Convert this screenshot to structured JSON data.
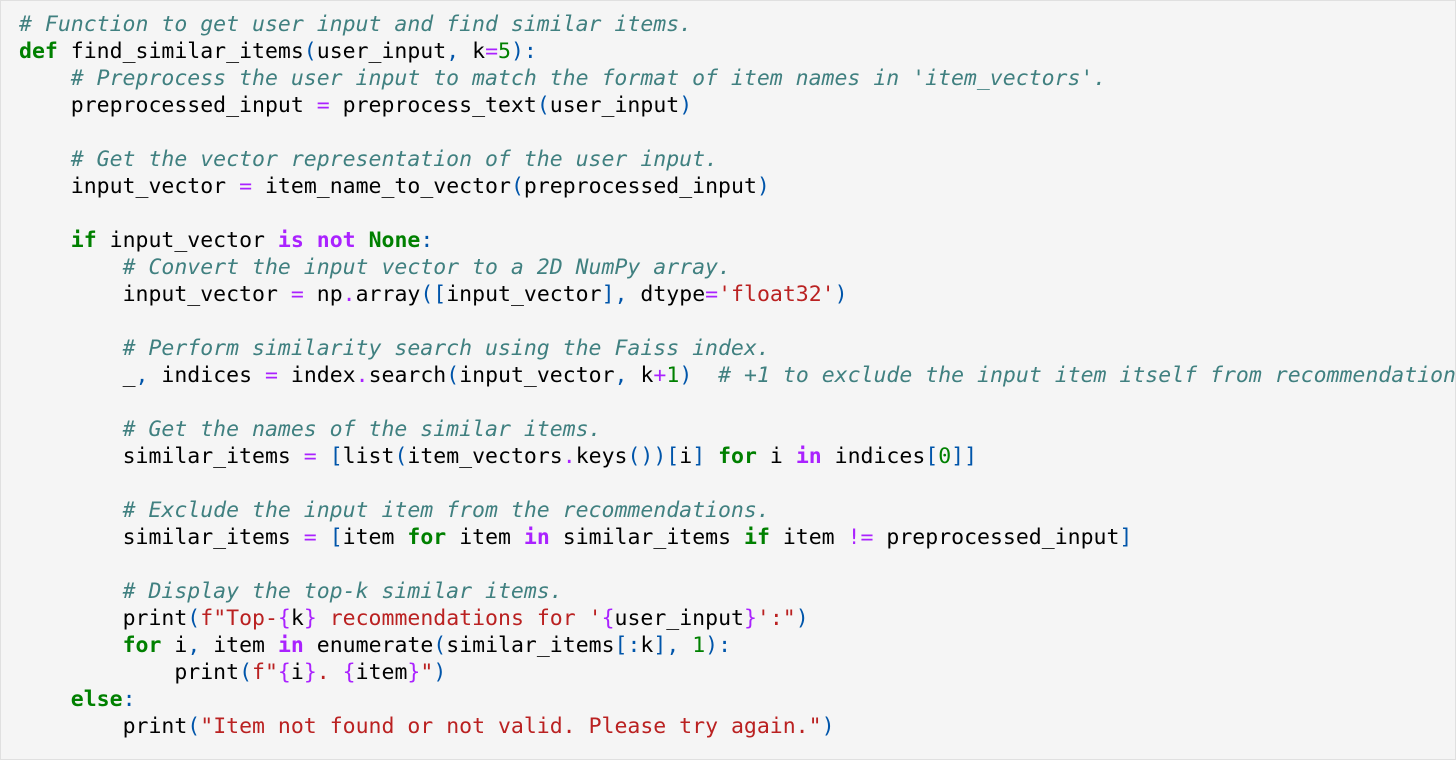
{
  "code_cell": {
    "language": "python",
    "colors": {
      "background": "#f5f5f5",
      "comment": "#408080",
      "keyword": "#008000",
      "operator_word": "#aa22ff",
      "operator": "#aa22ff",
      "number": "#008000",
      "string": "#ba2121",
      "bracket": "#0055aa",
      "name": "#000000"
    },
    "lines": [
      [
        [
          "comment",
          "# Function to get user input and find similar items."
        ]
      ],
      [
        [
          "keyword",
          "def"
        ],
        [
          "ws",
          " "
        ],
        [
          "name",
          "find_similar_items"
        ],
        [
          "paren",
          "("
        ],
        [
          "name",
          "user_input"
        ],
        [
          "paren",
          ","
        ],
        [
          "ws",
          " "
        ],
        [
          "name",
          "k"
        ],
        [
          "op",
          "="
        ],
        [
          "number",
          "5"
        ],
        [
          "paren",
          "):"
        ]
      ],
      [
        [
          "ws",
          "    "
        ],
        [
          "comment",
          "# Preprocess the user input to match the format of item names in 'item_vectors'."
        ]
      ],
      [
        [
          "ws",
          "    "
        ],
        [
          "name",
          "preprocessed_input"
        ],
        [
          "ws",
          " "
        ],
        [
          "op",
          "="
        ],
        [
          "ws",
          " "
        ],
        [
          "name",
          "preprocess_text"
        ],
        [
          "paren",
          "("
        ],
        [
          "name",
          "user_input"
        ],
        [
          "paren",
          ")"
        ]
      ],
      [],
      [
        [
          "ws",
          "    "
        ],
        [
          "comment",
          "# Get the vector representation of the user input."
        ]
      ],
      [
        [
          "ws",
          "    "
        ],
        [
          "name",
          "input_vector"
        ],
        [
          "ws",
          " "
        ],
        [
          "op",
          "="
        ],
        [
          "ws",
          " "
        ],
        [
          "name",
          "item_name_to_vector"
        ],
        [
          "paren",
          "("
        ],
        [
          "name",
          "preprocessed_input"
        ],
        [
          "paren",
          ")"
        ]
      ],
      [],
      [
        [
          "ws",
          "    "
        ],
        [
          "keyword",
          "if"
        ],
        [
          "ws",
          " "
        ],
        [
          "name",
          "input_vector"
        ],
        [
          "ws",
          " "
        ],
        [
          "opword",
          "is"
        ],
        [
          "ws",
          " "
        ],
        [
          "opword",
          "not"
        ],
        [
          "ws",
          " "
        ],
        [
          "keyword",
          "None"
        ],
        [
          "paren",
          ":"
        ]
      ],
      [
        [
          "ws",
          "        "
        ],
        [
          "comment",
          "# Convert the input vector to a 2D NumPy array."
        ]
      ],
      [
        [
          "ws",
          "        "
        ],
        [
          "name",
          "input_vector"
        ],
        [
          "ws",
          " "
        ],
        [
          "op",
          "="
        ],
        [
          "ws",
          " "
        ],
        [
          "name",
          "np"
        ],
        [
          "op",
          "."
        ],
        [
          "name",
          "array"
        ],
        [
          "paren",
          "(["
        ],
        [
          "name",
          "input_vector"
        ],
        [
          "paren",
          "],"
        ],
        [
          "ws",
          " "
        ],
        [
          "name",
          "dtype"
        ],
        [
          "op",
          "="
        ],
        [
          "string",
          "'float32'"
        ],
        [
          "paren",
          ")"
        ]
      ],
      [],
      [
        [
          "ws",
          "        "
        ],
        [
          "comment",
          "# Perform similarity search using the Faiss index."
        ]
      ],
      [
        [
          "ws",
          "        "
        ],
        [
          "name",
          "_"
        ],
        [
          "paren",
          ","
        ],
        [
          "ws",
          " "
        ],
        [
          "name",
          "indices"
        ],
        [
          "ws",
          " "
        ],
        [
          "op",
          "="
        ],
        [
          "ws",
          " "
        ],
        [
          "name",
          "index"
        ],
        [
          "op",
          "."
        ],
        [
          "name",
          "search"
        ],
        [
          "paren",
          "("
        ],
        [
          "name",
          "input_vector"
        ],
        [
          "paren",
          ","
        ],
        [
          "ws",
          " "
        ],
        [
          "name",
          "k"
        ],
        [
          "op",
          "+"
        ],
        [
          "number",
          "1"
        ],
        [
          "paren",
          ")"
        ],
        [
          "ws",
          "  "
        ],
        [
          "comment",
          "# +1 to exclude the input item itself from recommendation"
        ]
      ],
      [],
      [
        [
          "ws",
          "        "
        ],
        [
          "comment",
          "# Get the names of the similar items."
        ]
      ],
      [
        [
          "ws",
          "        "
        ],
        [
          "name",
          "similar_items"
        ],
        [
          "ws",
          " "
        ],
        [
          "op",
          "="
        ],
        [
          "ws",
          " "
        ],
        [
          "paren",
          "["
        ],
        [
          "name",
          "list"
        ],
        [
          "paren",
          "("
        ],
        [
          "name",
          "item_vectors"
        ],
        [
          "op",
          "."
        ],
        [
          "name",
          "keys"
        ],
        [
          "paren",
          "())["
        ],
        [
          "name",
          "i"
        ],
        [
          "paren",
          "]"
        ],
        [
          "ws",
          " "
        ],
        [
          "keyword",
          "for"
        ],
        [
          "ws",
          " "
        ],
        [
          "name",
          "i"
        ],
        [
          "ws",
          " "
        ],
        [
          "opword",
          "in"
        ],
        [
          "ws",
          " "
        ],
        [
          "name",
          "indices"
        ],
        [
          "paren",
          "["
        ],
        [
          "number",
          "0"
        ],
        [
          "paren",
          "]]"
        ]
      ],
      [],
      [
        [
          "ws",
          "        "
        ],
        [
          "comment",
          "# Exclude the input item from the recommendations."
        ]
      ],
      [
        [
          "ws",
          "        "
        ],
        [
          "name",
          "similar_items"
        ],
        [
          "ws",
          " "
        ],
        [
          "op",
          "="
        ],
        [
          "ws",
          " "
        ],
        [
          "paren",
          "["
        ],
        [
          "name",
          "item"
        ],
        [
          "ws",
          " "
        ],
        [
          "keyword",
          "for"
        ],
        [
          "ws",
          " "
        ],
        [
          "name",
          "item"
        ],
        [
          "ws",
          " "
        ],
        [
          "opword",
          "in"
        ],
        [
          "ws",
          " "
        ],
        [
          "name",
          "similar_items"
        ],
        [
          "ws",
          " "
        ],
        [
          "keyword",
          "if"
        ],
        [
          "ws",
          " "
        ],
        [
          "name",
          "item"
        ],
        [
          "ws",
          " "
        ],
        [
          "op",
          "!="
        ],
        [
          "ws",
          " "
        ],
        [
          "name",
          "preprocessed_input"
        ],
        [
          "paren",
          "]"
        ]
      ],
      [],
      [
        [
          "ws",
          "        "
        ],
        [
          "comment",
          "# Display the top-k similar items."
        ]
      ],
      [
        [
          "ws",
          "        "
        ],
        [
          "name",
          "print"
        ],
        [
          "paren",
          "("
        ],
        [
          "string",
          "f\"Top-"
        ],
        [
          "op",
          "{"
        ],
        [
          "name",
          "k"
        ],
        [
          "op",
          "}"
        ],
        [
          "string",
          " recommendations for '"
        ],
        [
          "op",
          "{"
        ],
        [
          "name",
          "user_input"
        ],
        [
          "op",
          "}"
        ],
        [
          "string",
          "':\""
        ],
        [
          "paren",
          ")"
        ]
      ],
      [
        [
          "ws",
          "        "
        ],
        [
          "keyword",
          "for"
        ],
        [
          "ws",
          " "
        ],
        [
          "name",
          "i"
        ],
        [
          "paren",
          ","
        ],
        [
          "ws",
          " "
        ],
        [
          "name",
          "item"
        ],
        [
          "ws",
          " "
        ],
        [
          "opword",
          "in"
        ],
        [
          "ws",
          " "
        ],
        [
          "name",
          "enumerate"
        ],
        [
          "paren",
          "("
        ],
        [
          "name",
          "similar_items"
        ],
        [
          "paren",
          "[:"
        ],
        [
          "name",
          "k"
        ],
        [
          "paren",
          "],"
        ],
        [
          "ws",
          " "
        ],
        [
          "number",
          "1"
        ],
        [
          "paren",
          "):"
        ]
      ],
      [
        [
          "ws",
          "            "
        ],
        [
          "name",
          "print"
        ],
        [
          "paren",
          "("
        ],
        [
          "string",
          "f\""
        ],
        [
          "op",
          "{"
        ],
        [
          "name",
          "i"
        ],
        [
          "op",
          "}"
        ],
        [
          "string",
          ". "
        ],
        [
          "op",
          "{"
        ],
        [
          "name",
          "item"
        ],
        [
          "op",
          "}"
        ],
        [
          "string",
          "\""
        ],
        [
          "paren",
          ")"
        ]
      ],
      [
        [
          "ws",
          "    "
        ],
        [
          "keyword",
          "else"
        ],
        [
          "paren",
          ":"
        ]
      ],
      [
        [
          "ws",
          "        "
        ],
        [
          "name",
          "print"
        ],
        [
          "paren",
          "("
        ],
        [
          "string",
          "\"Item not found or not valid. Please try again.\""
        ],
        [
          "paren",
          ")"
        ]
      ]
    ]
  }
}
